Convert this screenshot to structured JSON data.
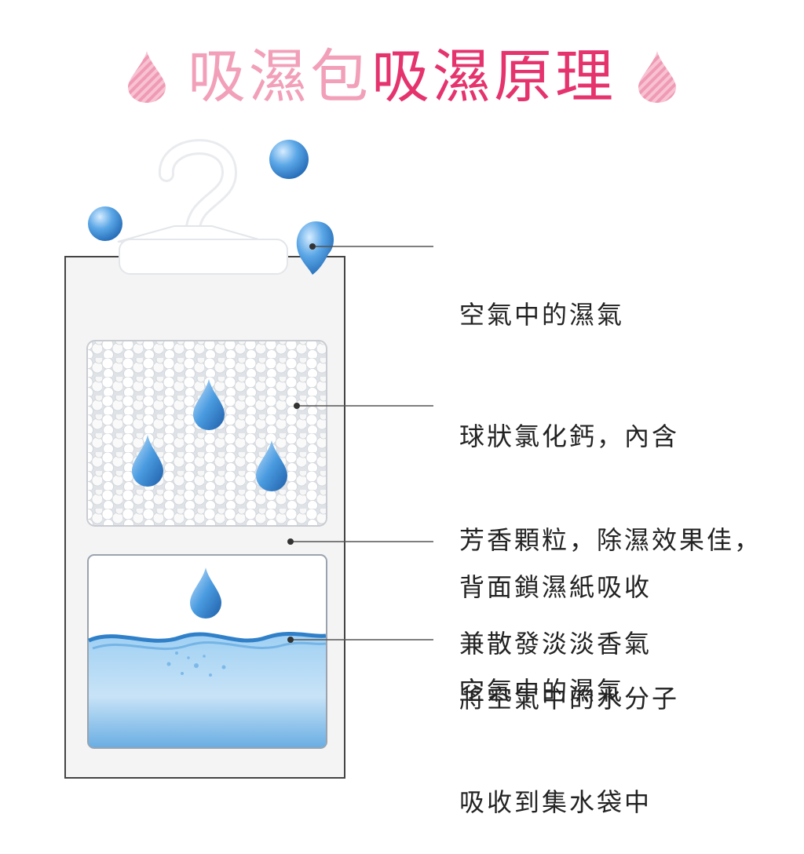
{
  "title": {
    "part1": "吸濕包",
    "part2": "吸濕原理"
  },
  "colors": {
    "title_light": "#f2a0b9",
    "title_strong": "#e5336e",
    "drop_blue": "#3a8fd6",
    "water_blue": "#8cc3ec",
    "frame_border": "#444444",
    "leader_line": "#555555"
  },
  "callouts": [
    {
      "id": "air-moisture",
      "lines": [
        "空氣中的濕氣"
      ]
    },
    {
      "id": "calcium-chloride",
      "lines": [
        "球狀氯化鈣，內含",
        "芳香顆粒，除濕效果佳，",
        "兼散發淡淡香氣"
      ]
    },
    {
      "id": "lock-paper",
      "lines": [
        "背面鎖濕紙吸收",
        "空氣中的濕氣"
      ]
    },
    {
      "id": "collect-water",
      "lines": [
        "將空氣中的水分子",
        "吸收到集水袋中"
      ]
    }
  ],
  "icons": {
    "title_drop": "pink-striped-water-drop-icon",
    "moisture_drop": "blue-water-droplet-icon",
    "hanger": "hanger-icon"
  }
}
